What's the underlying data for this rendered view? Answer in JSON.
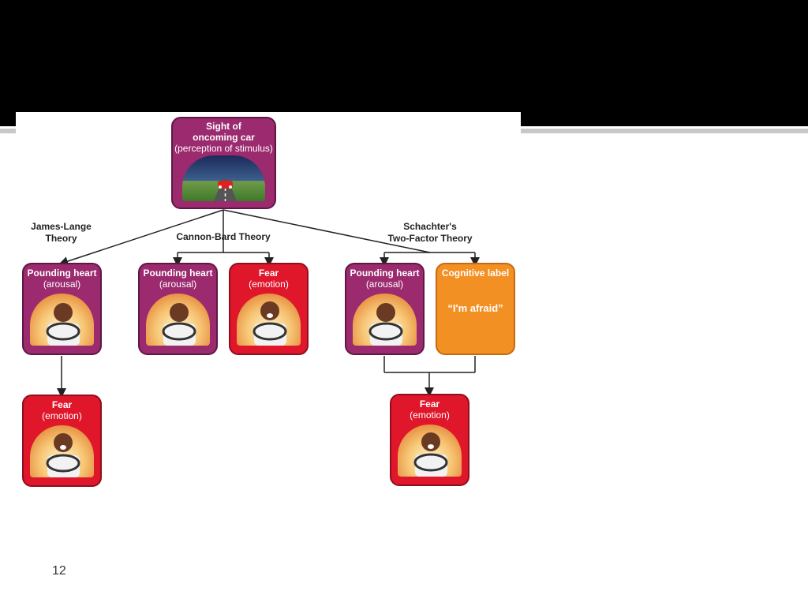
{
  "slide": {
    "page_number": "12"
  },
  "diagram": {
    "stimulus": {
      "title": "Sight of",
      "title2": "oncoming car",
      "sub": "(perception of stimulus)"
    },
    "theories": {
      "james_lange": "James-Lange",
      "james_lange2": "Theory",
      "cannon_bard": "Cannon-Bard Theory",
      "schachter": "Schachter's",
      "schachter2": "Two-Factor Theory"
    },
    "boxes": {
      "arousal_title": "Pounding heart",
      "arousal_sub": "(arousal)",
      "fear_title": "Fear",
      "fear_sub": "(emotion)",
      "cognitive_title": "Cognitive label",
      "cognitive_quote": "“I'm afraid”"
    },
    "colors": {
      "purple": "#9b2a6e",
      "red": "#e0162b",
      "orange": "#f39023"
    }
  }
}
